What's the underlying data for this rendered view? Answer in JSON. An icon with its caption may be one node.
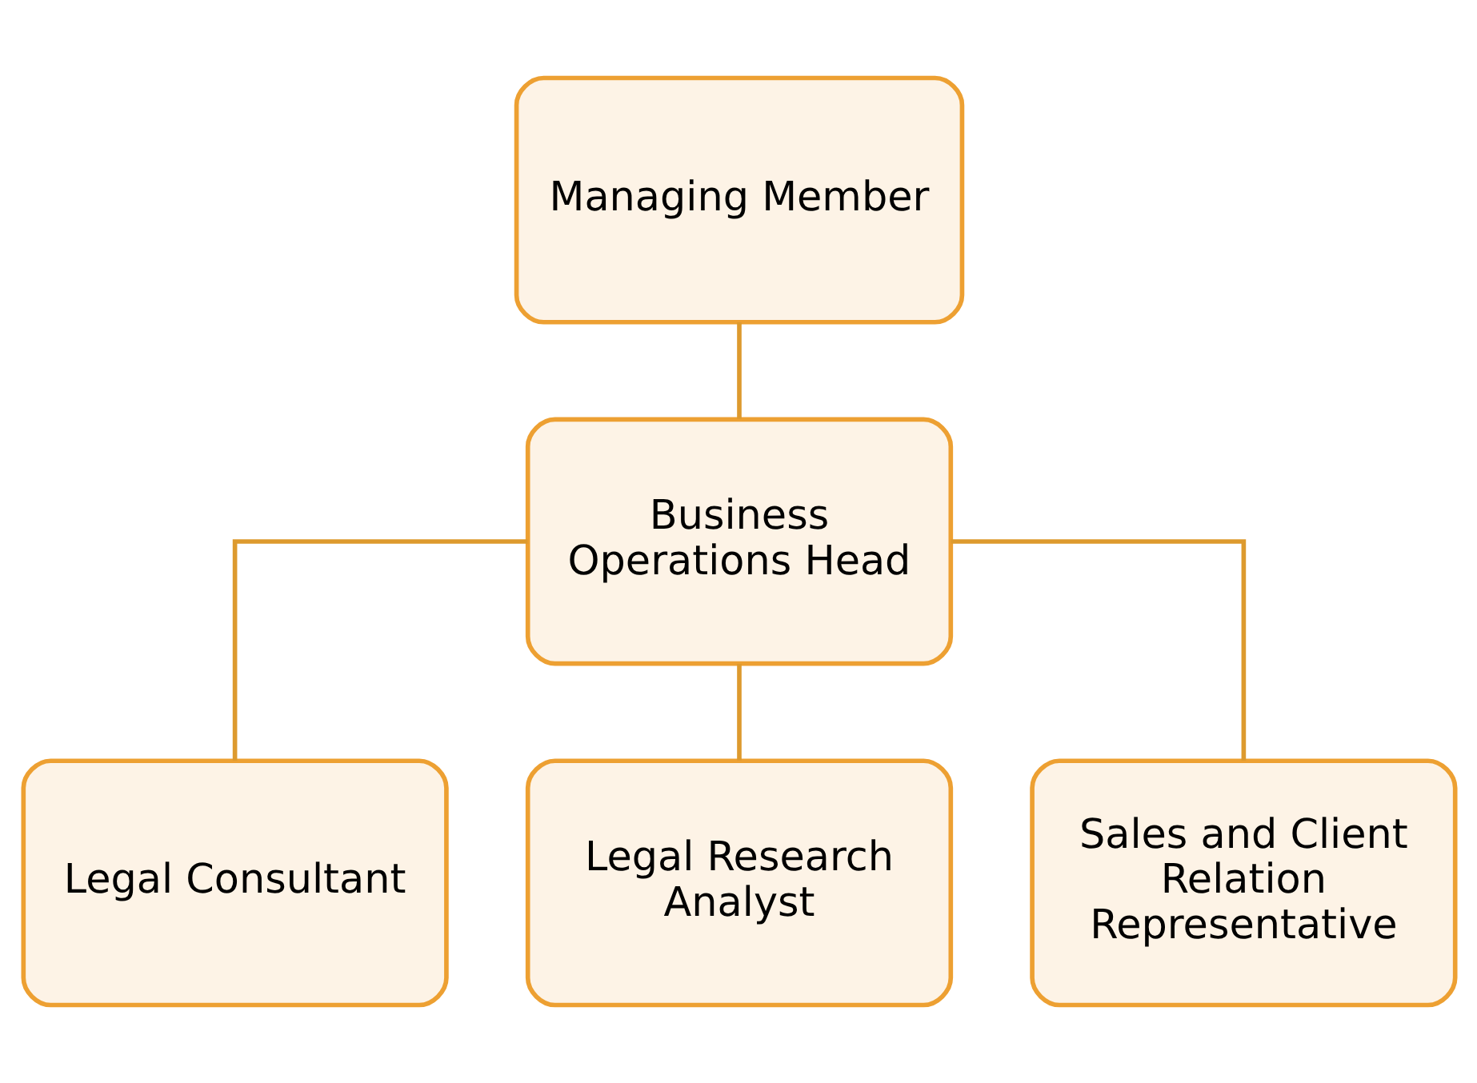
{
  "diagram": {
    "nodes": [
      {
        "text": [
          "Managing Member"
        ]
      },
      {
        "text": [
          "Business Operations Head"
        ]
      },
      {
        "text": [
          "Legal Consultant"
        ]
      },
      {
        "text": [
          "Legal Research Analyst"
        ]
      },
      {
        "text": [
          "Sales and Client Relation Representative"
        ]
      }
    ],
    "edges": [
      {
        "from": 0,
        "to": 1,
        "arrow": "none"
      },
      {
        "from": 1,
        "to": 2,
        "arrow": "none"
      },
      {
        "from": 1,
        "to": 3,
        "arrow": "none"
      },
      {
        "from": 1,
        "to": 4,
        "arrow": "none"
      }
    ]
  }
}
